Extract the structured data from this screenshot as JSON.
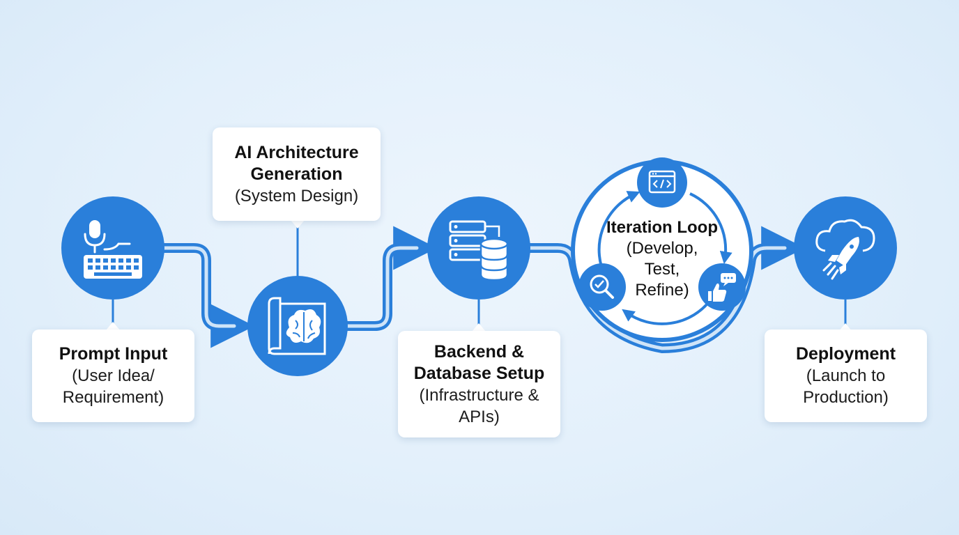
{
  "colors": {
    "primary": "#2a7fda",
    "background": "#e3f0fb",
    "card": "#ffffff",
    "text": "#111111"
  },
  "steps": [
    {
      "title": "Prompt Input",
      "subtitle": "(User Idea/\nRequirement)",
      "icon": "microphone-keyboard-icon"
    },
    {
      "title": "AI Architecture\nGeneration",
      "subtitle": "(System Design)",
      "icon": "brain-blueprint-icon"
    },
    {
      "title": "Backend &\nDatabase Setup",
      "subtitle": "(Infrastructure &\nAPIs)",
      "icon": "server-database-icon"
    },
    {
      "title": "Iteration Loop",
      "subtitle": "(Develop,\nTest,\nRefine)",
      "icons": [
        "code-window-icon",
        "magnifier-check-icon",
        "thumbs-up-chat-icon"
      ]
    },
    {
      "title": "Deployment",
      "subtitle": "(Launch to\nProduction)",
      "icon": "cloud-rocket-icon"
    }
  ]
}
